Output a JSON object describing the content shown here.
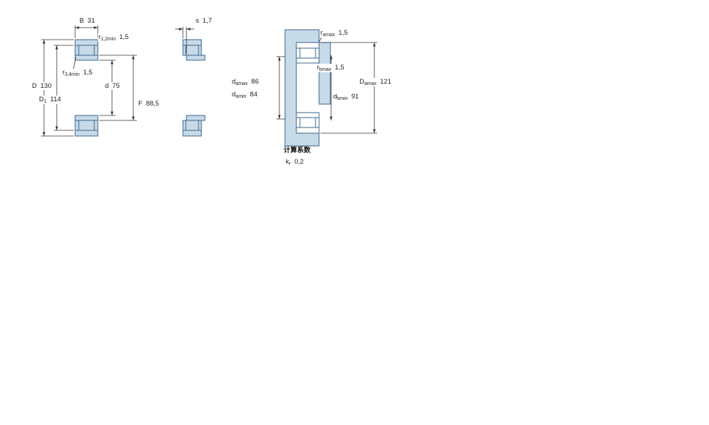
{
  "colors": {
    "fill": "#c7dae8",
    "stroke": "#3a648b",
    "dimcolor": "#333333"
  },
  "drawing": {
    "left": {
      "B": {
        "name": "B",
        "value": "31"
      },
      "r12": {
        "name": "r",
        "sub": "1,2min",
        "value": "1,5"
      },
      "r34": {
        "name": "r",
        "sub": "3,4min",
        "value": "1,5"
      },
      "D": {
        "name": "D",
        "value": "130"
      },
      "D1": {
        "name": "D",
        "sub": "1",
        "value": "114"
      },
      "d": {
        "name": "d",
        "value": "75"
      },
      "F": {
        "name": "F",
        "value": "88,5"
      }
    },
    "middle": {
      "s": {
        "name": "s",
        "value": "1,7"
      }
    },
    "right": {
      "r_amax": {
        "name": "r",
        "sub": "amax",
        "value": "1,5"
      },
      "r_bmax": {
        "name": "r",
        "sub": "bmax",
        "value": "1,5"
      },
      "d_amax": {
        "name": "d",
        "sub": "amax",
        "value": "86"
      },
      "d_amin": {
        "name": "d",
        "sub": "amin",
        "value": "84"
      },
      "d_bmin": {
        "name": "d",
        "sub": "bmin",
        "value": "91"
      },
      "D_amax": {
        "name": "D",
        "sub": "amax",
        "value": "121"
      }
    },
    "factors": {
      "title": "计算系数",
      "kr": {
        "name": "k",
        "sub": "r",
        "value": "0,2"
      }
    }
  }
}
